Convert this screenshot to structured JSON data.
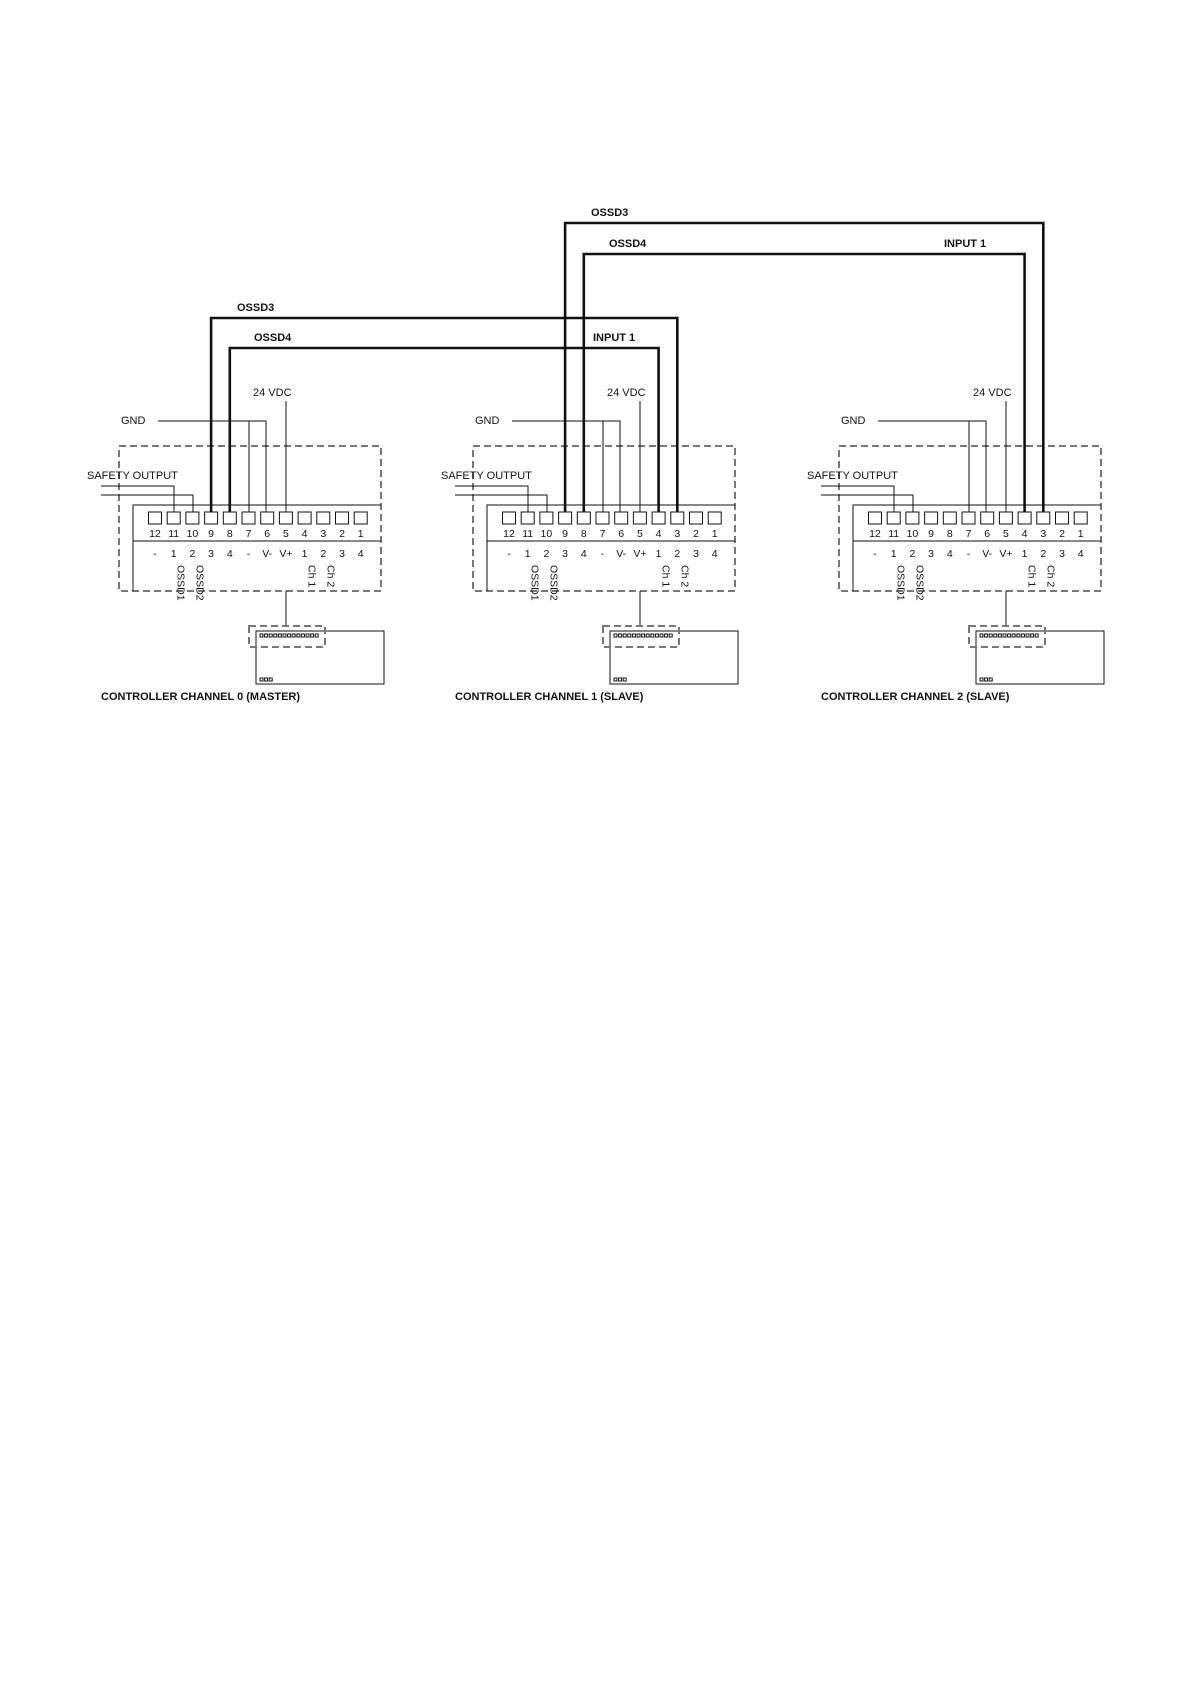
{
  "labels": {
    "gnd": "GND",
    "vdc": "24 VDC",
    "safety_output": "SAFETY OUTPUT",
    "ossd3": "OSSD3",
    "ossd4": "OSSD4",
    "input1": "INPUT 1"
  },
  "terminal_numbers": [
    "12",
    "11",
    "10",
    "9",
    "8",
    "7",
    "6",
    "5",
    "4",
    "3",
    "2",
    "1"
  ],
  "terminal_functions": [
    "-",
    "1",
    "2",
    "3",
    "4",
    "-",
    "V-",
    "V+",
    "1",
    "2",
    "3",
    "4"
  ],
  "group_labels": {
    "ossd1": "OSSD1",
    "ossd2": "OSSD2",
    "ch1": "Ch 1",
    "ch2": "Ch 2"
  },
  "controllers": [
    {
      "title": "CONTROLLER CHANNEL 0 (MASTER)"
    },
    {
      "title": "CONTROLLER CHANNEL 1 (SLAVE)"
    },
    {
      "title": "CONTROLLER CHANNEL 2 (SLAVE)"
    }
  ]
}
